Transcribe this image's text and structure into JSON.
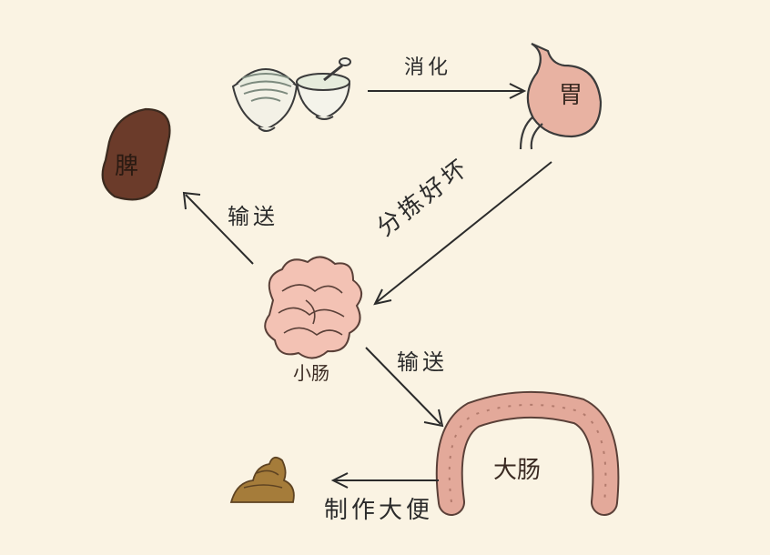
{
  "organs": {
    "bowls": {
      "label": ""
    },
    "stomach": {
      "label": "胃"
    },
    "spleen": {
      "label": "脾"
    },
    "small_intestine": {
      "label": "小肠"
    },
    "large_intestine": {
      "label": "大肠"
    },
    "stool": {
      "label": ""
    }
  },
  "arrows": {
    "digest": "消化",
    "sort": "分拣好坏",
    "transport_to_spleen": "输送",
    "transport_to_large": "输送",
    "make_stool": "制作大便"
  },
  "colors": {
    "background": "#faf3e3",
    "spleen": "#6b3b2a",
    "stomach": "#e8b2a2",
    "intestine": "#e3a99a",
    "stool": "#a57c3a",
    "ink": "#2b2b2b"
  }
}
